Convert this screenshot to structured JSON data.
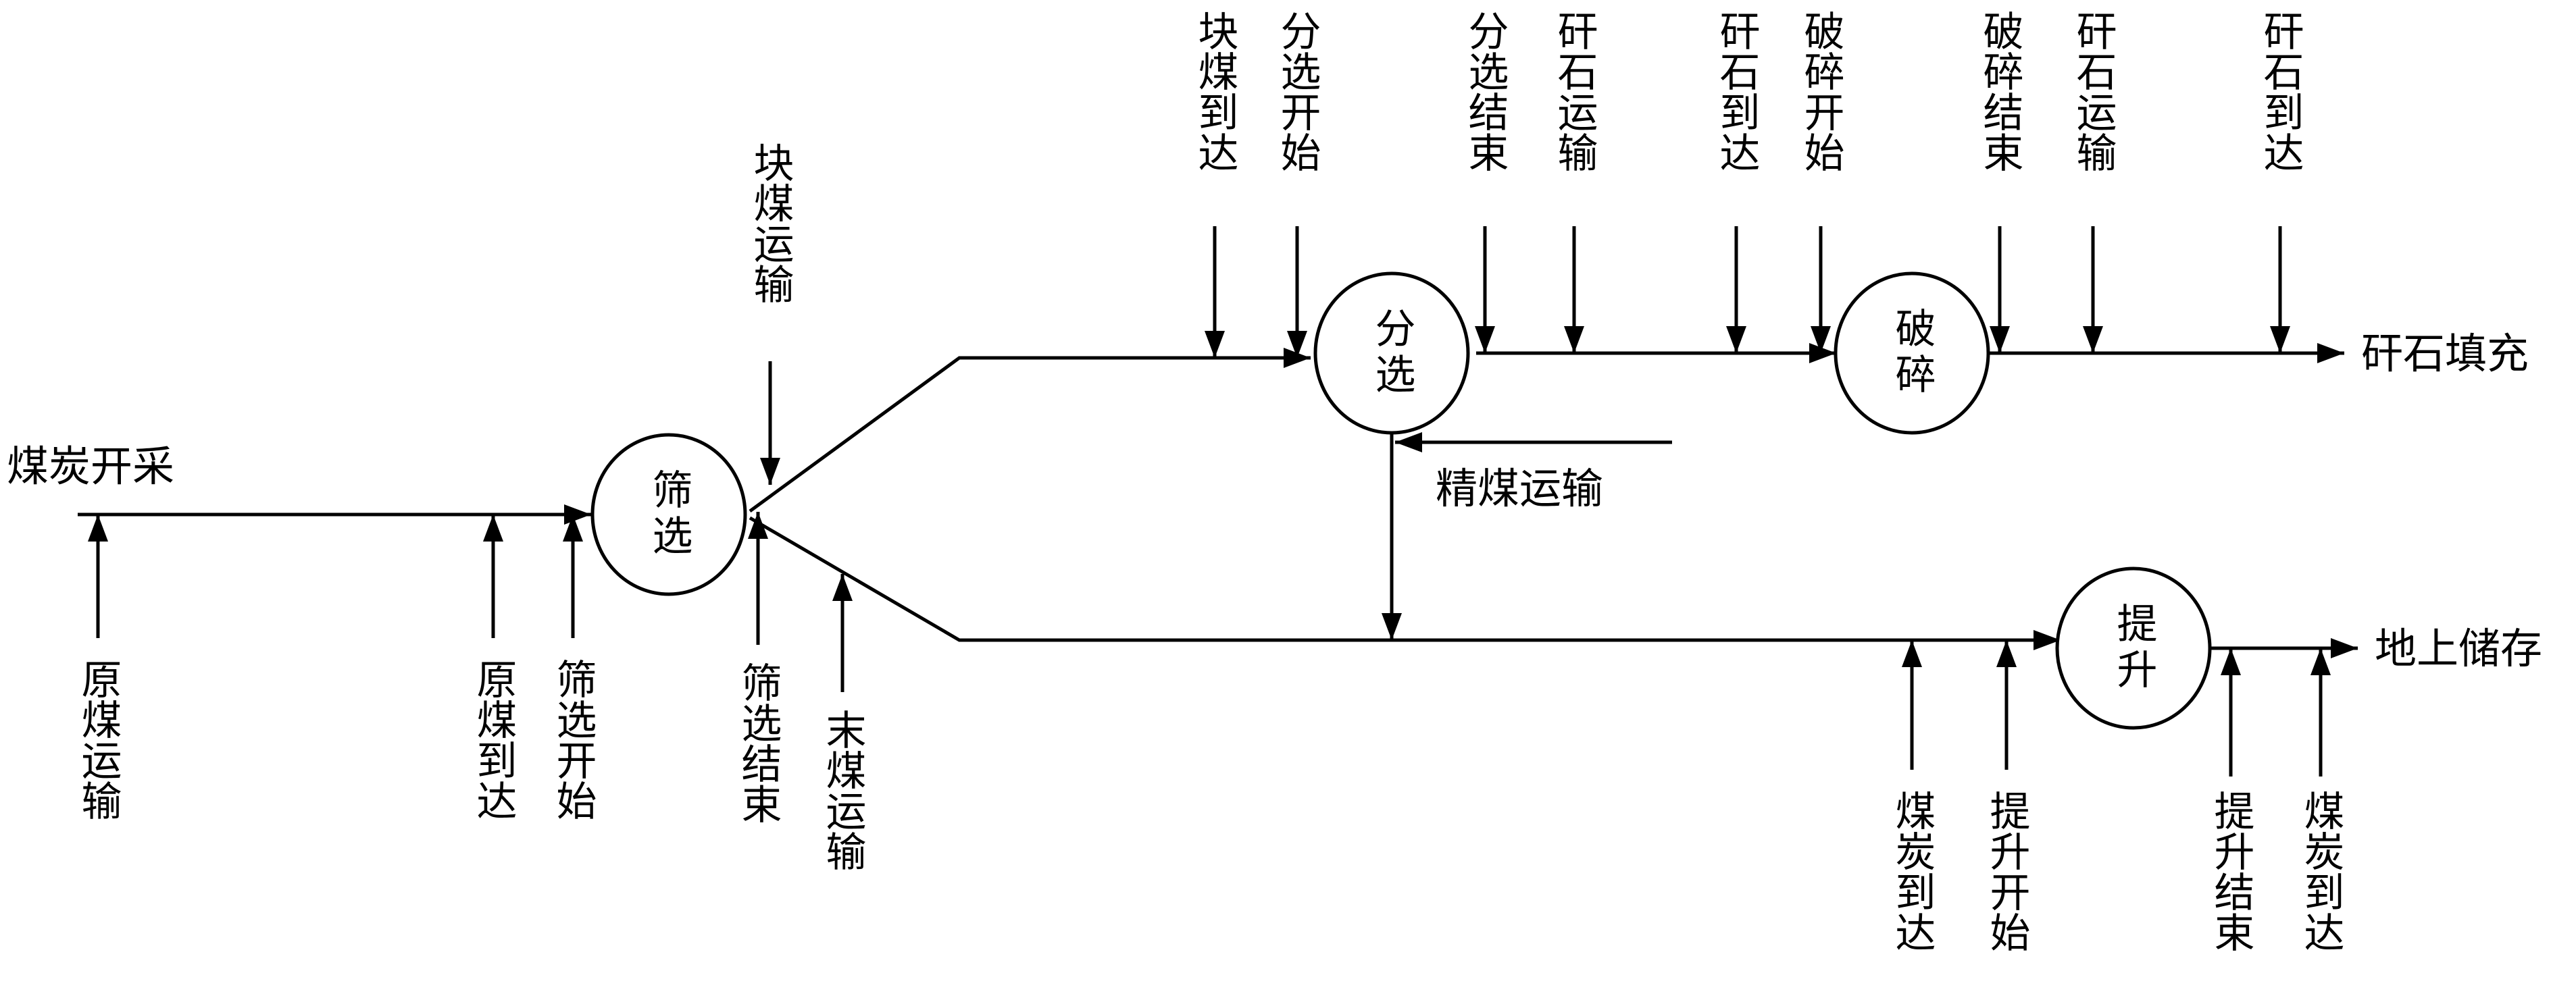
{
  "diagram": {
    "nodes": {
      "screening": "筛选",
      "sorting": "分选",
      "crushing": "破碎",
      "lifting": "提升"
    },
    "endpoints": {
      "mining": "煤炭开采",
      "gangue_filling": "矸石填充",
      "ground_storage": "地上储存",
      "clean_coal_transport": "精煤运输"
    },
    "events": [
      "原煤运输",
      "原煤到达",
      "筛选开始",
      "块煤运输",
      "筛选结束",
      "末煤运输",
      "块煤到达",
      "分选开始",
      "分选结束",
      "矸石运输",
      "矸石到达",
      "破碎开始",
      "破碎结束",
      "矸石运输",
      "矸石到达",
      "煤炭到达",
      "提升开始",
      "提升结束",
      "煤炭到达"
    ],
    "colors": {
      "line": "#000000",
      "background": "#ffffff"
    }
  }
}
